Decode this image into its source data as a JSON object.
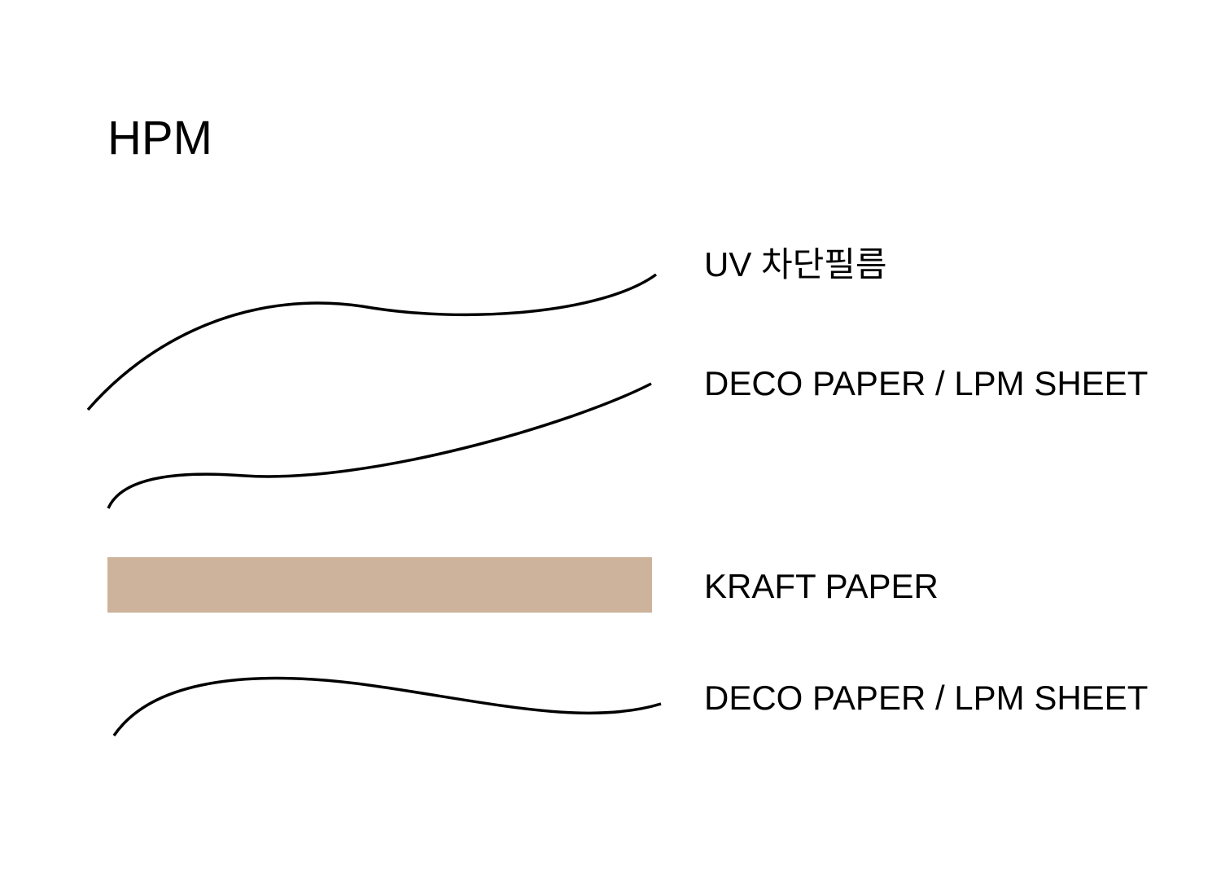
{
  "title": "HPM",
  "layers": [
    {
      "label": "UV 차단필름",
      "type": "film"
    },
    {
      "label": "DECO PAPER / LPM SHEET",
      "type": "sheet"
    },
    {
      "label": "KRAFT PAPER",
      "type": "core"
    },
    {
      "label": "DECO PAPER / LPM SHEET",
      "type": "sheet"
    }
  ],
  "colors": {
    "kraft": "#CDB39B",
    "line": "#000000"
  }
}
